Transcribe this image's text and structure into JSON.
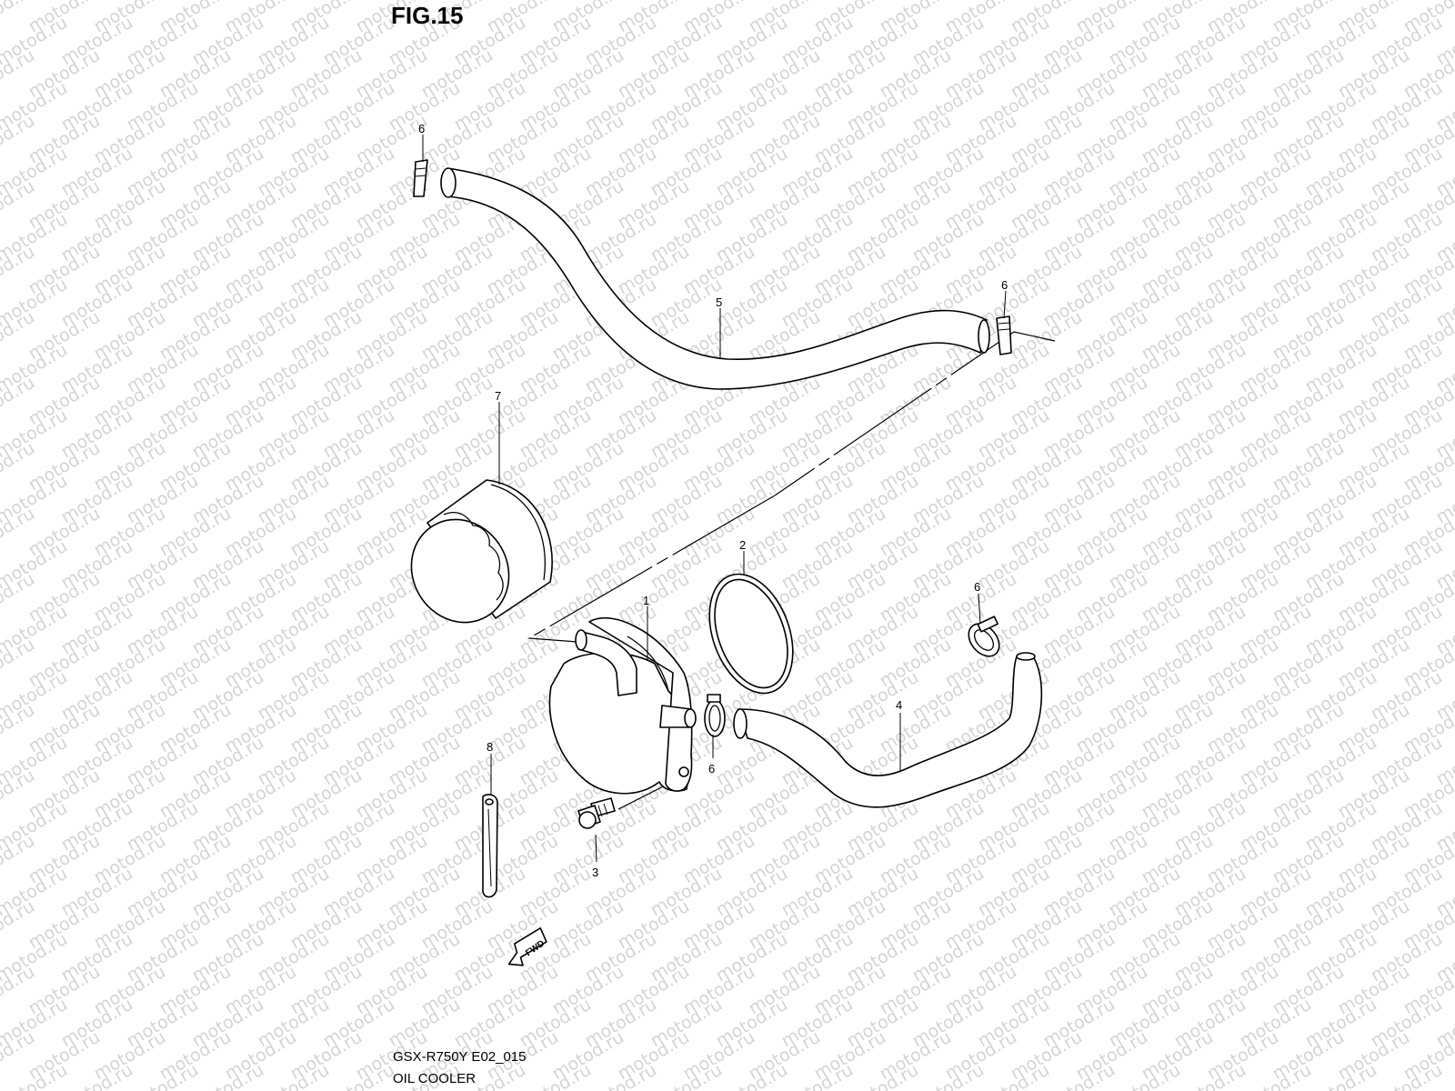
{
  "figure": {
    "title": "FIG.15",
    "model_code": "GSX-R750Y E02_015",
    "name": "OIL COOLER"
  },
  "watermark": "motod.ru",
  "fwd_label": "FWD",
  "callouts": {
    "c1": "1",
    "c2": "2",
    "c3": "3",
    "c4": "4",
    "c5": "5",
    "c6a": "6",
    "c6b": "6",
    "c6c": "6",
    "c6d": "6",
    "c7": "7",
    "c8": "8"
  }
}
